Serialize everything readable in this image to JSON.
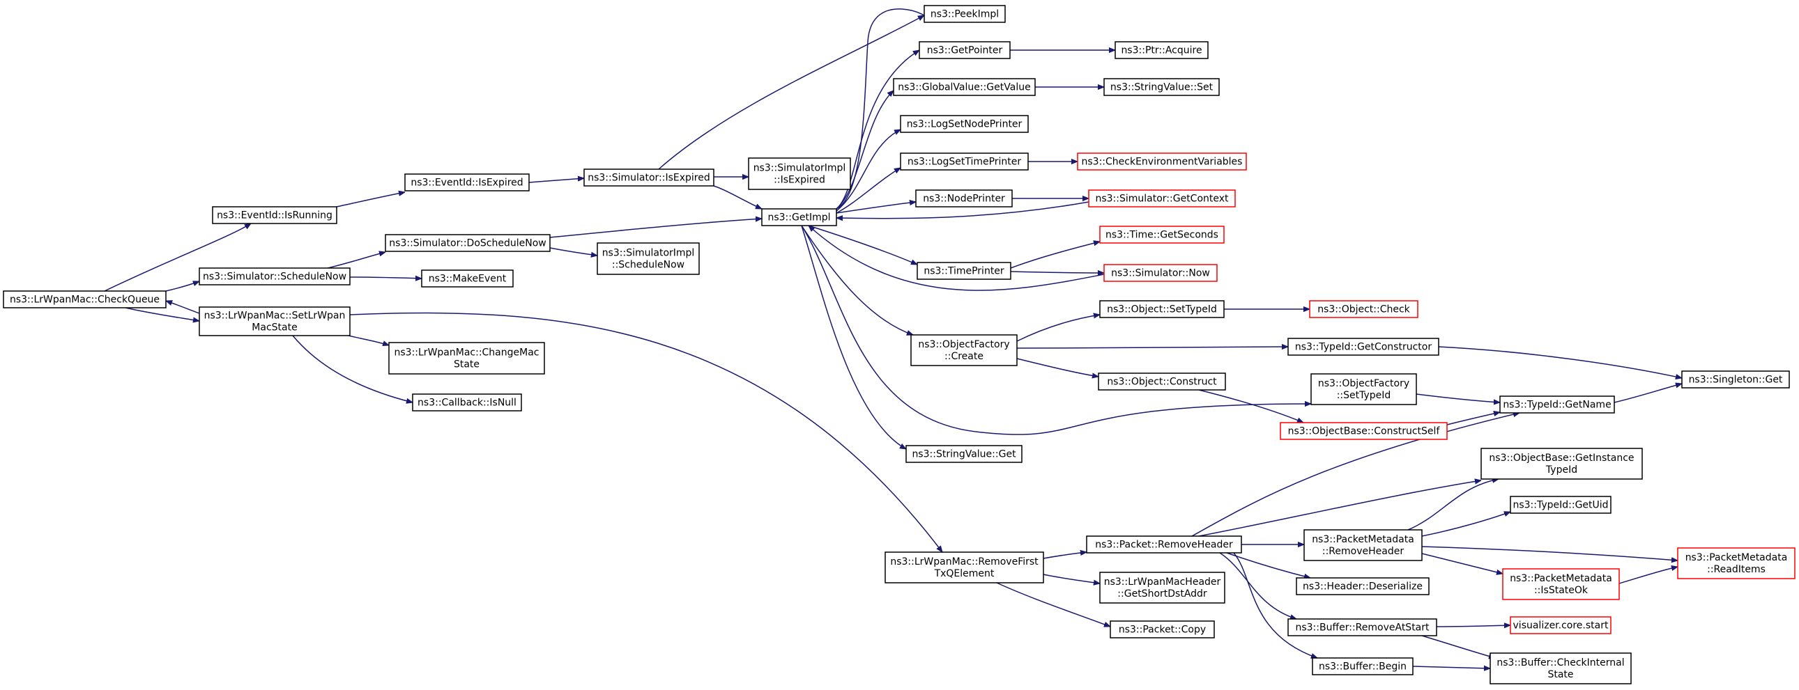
{
  "colors": {
    "edge": "#191970",
    "border_black": "#000000",
    "border_red": "#ff0000",
    "root_fill": "#bfbfbf"
  },
  "nodes": [
    {
      "id": "checkqueue",
      "lines": [
        "ns3::LrWpanMac::CheckQueue"
      ],
      "style": "root"
    },
    {
      "id": "isrunning",
      "lines": [
        "ns3::EventId::IsRunning"
      ],
      "style": "black"
    },
    {
      "id": "eventisexpired",
      "lines": [
        "ns3::EventId::IsExpired"
      ],
      "style": "black"
    },
    {
      "id": "simisexpired",
      "lines": [
        "ns3::Simulator::IsExpired"
      ],
      "style": "black"
    },
    {
      "id": "simimplisexpired",
      "lines": [
        "ns3::SimulatorImpl",
        "::IsExpired"
      ],
      "style": "black"
    },
    {
      "id": "peekimpl",
      "lines": [
        "ns3::PeekImpl"
      ],
      "style": "black"
    },
    {
      "id": "getpointer",
      "lines": [
        "ns3::GetPointer"
      ],
      "style": "black"
    },
    {
      "id": "ptracquire",
      "lines": [
        "ns3::Ptr::Acquire"
      ],
      "style": "black"
    },
    {
      "id": "globalgetvalue",
      "lines": [
        "ns3::GlobalValue::GetValue"
      ],
      "style": "black"
    },
    {
      "id": "stringset",
      "lines": [
        "ns3::StringValue::Set"
      ],
      "style": "black"
    },
    {
      "id": "lognodeprinter",
      "lines": [
        "ns3::LogSetNodePrinter"
      ],
      "style": "black"
    },
    {
      "id": "logtimeprinter",
      "lines": [
        "ns3::LogSetTimePrinter"
      ],
      "style": "black"
    },
    {
      "id": "checkenv",
      "lines": [
        "ns3::CheckEnvironmentVariables"
      ],
      "style": "red"
    },
    {
      "id": "nodeprinter",
      "lines": [
        "ns3::NodePrinter"
      ],
      "style": "black"
    },
    {
      "id": "simgetcontext",
      "lines": [
        "ns3::Simulator::GetContext"
      ],
      "style": "red"
    },
    {
      "id": "getimpl",
      "lines": [
        "ns3::GetImpl"
      ],
      "style": "black"
    },
    {
      "id": "scheduleNow",
      "lines": [
        "ns3::Simulator::ScheduleNow"
      ],
      "style": "black"
    },
    {
      "id": "doschedulenow",
      "lines": [
        "ns3::Simulator::DoScheduleNow"
      ],
      "style": "black"
    },
    {
      "id": "simimplschedulenow",
      "lines": [
        "ns3::SimulatorImpl",
        "::ScheduleNow"
      ],
      "style": "black"
    },
    {
      "id": "makeevent",
      "lines": [
        "ns3::MakeEvent"
      ],
      "style": "black"
    },
    {
      "id": "timegetseconds",
      "lines": [
        "ns3::Time::GetSeconds"
      ],
      "style": "red"
    },
    {
      "id": "timeprinter",
      "lines": [
        "ns3::TimePrinter"
      ],
      "style": "black"
    },
    {
      "id": "simnow",
      "lines": [
        "ns3::Simulator::Now"
      ],
      "style": "red"
    },
    {
      "id": "setlrwpanmacstate",
      "lines": [
        "ns3::LrWpanMac::SetLrWpan",
        "MacState"
      ],
      "style": "black"
    },
    {
      "id": "changemacstate",
      "lines": [
        "ns3::LrWpanMac::ChangeMac",
        "State"
      ],
      "style": "black"
    },
    {
      "id": "callbackisnull",
      "lines": [
        "ns3::Callback::IsNull"
      ],
      "style": "black"
    },
    {
      "id": "objectsettypeid",
      "lines": [
        "ns3::Object::SetTypeId"
      ],
      "style": "black"
    },
    {
      "id": "objectcheck",
      "lines": [
        "ns3::Object::Check"
      ],
      "style": "red"
    },
    {
      "id": "objectfactorycreate",
      "lines": [
        "ns3::ObjectFactory",
        "::Create"
      ],
      "style": "black"
    },
    {
      "id": "typeidgetconstructor",
      "lines": [
        "ns3::TypeId::GetConstructor"
      ],
      "style": "black"
    },
    {
      "id": "singletonget",
      "lines": [
        "ns3::Singleton::Get"
      ],
      "style": "black"
    },
    {
      "id": "objectconstruct",
      "lines": [
        "ns3::Object::Construct"
      ],
      "style": "black"
    },
    {
      "id": "objectfactorysettypeid",
      "lines": [
        "ns3::ObjectFactory",
        "::SetTypeId"
      ],
      "style": "black"
    },
    {
      "id": "typeidgetname",
      "lines": [
        "ns3::TypeId::GetName"
      ],
      "style": "black"
    },
    {
      "id": "constructself",
      "lines": [
        "ns3::ObjectBase::ConstructSelf"
      ],
      "style": "red"
    },
    {
      "id": "stringvalueget",
      "lines": [
        "ns3::StringValue::Get"
      ],
      "style": "black"
    },
    {
      "id": "getinstancetypeid",
      "lines": [
        "ns3::ObjectBase::GetInstance",
        "TypeId"
      ],
      "style": "black"
    },
    {
      "id": "typeidgetuid",
      "lines": [
        "ns3::TypeId::GetUid"
      ],
      "style": "black"
    },
    {
      "id": "packetremoveheader",
      "lines": [
        "ns3::Packet::RemoveHeader"
      ],
      "style": "black"
    },
    {
      "id": "metadataremoveheader",
      "lines": [
        "ns3::PacketMetadata",
        "::RemoveHeader"
      ],
      "style": "black"
    },
    {
      "id": "metadatareaditems",
      "lines": [
        "ns3::PacketMetadata",
        "::ReadItems"
      ],
      "style": "red"
    },
    {
      "id": "removefirsttx",
      "lines": [
        "ns3::LrWpanMac::RemoveFirst",
        "TxQElement"
      ],
      "style": "black"
    },
    {
      "id": "getshortdstaddr",
      "lines": [
        "ns3::LrWpanMacHeader",
        "::GetShortDstAddr"
      ],
      "style": "black"
    },
    {
      "id": "headerdeserialize",
      "lines": [
        "ns3::Header::Deserialize"
      ],
      "style": "black"
    },
    {
      "id": "metadataisstateok",
      "lines": [
        "ns3::PacketMetadata",
        "::IsStateOk"
      ],
      "style": "red"
    },
    {
      "id": "packetcopy",
      "lines": [
        "ns3::Packet::Copy"
      ],
      "style": "black"
    },
    {
      "id": "bufferremoveatstart",
      "lines": [
        "ns3::Buffer::RemoveAtStart"
      ],
      "style": "black"
    },
    {
      "id": "visualizerstart",
      "lines": [
        "visualizer.core.start"
      ],
      "style": "red"
    },
    {
      "id": "bufferbegin",
      "lines": [
        "ns3::Buffer::Begin"
      ],
      "style": "black"
    },
    {
      "id": "buffercheckinternal",
      "lines": [
        "ns3::Buffer::CheckInternal",
        "State"
      ],
      "style": "black"
    }
  ],
  "edges": [
    [
      "checkqueue",
      "isrunning"
    ],
    [
      "checkqueue",
      "scheduleNow"
    ],
    [
      "checkqueue",
      "setlrwpanmacstate"
    ],
    [
      "isrunning",
      "eventisexpired"
    ],
    [
      "eventisexpired",
      "simisexpired"
    ],
    [
      "simisexpired",
      "simimplisexpired"
    ],
    [
      "simisexpired",
      "peekimpl"
    ],
    [
      "simisexpired",
      "getimpl"
    ],
    [
      "scheduleNow",
      "doschedulenow"
    ],
    [
      "scheduleNow",
      "makeevent"
    ],
    [
      "doschedulenow",
      "getimpl"
    ],
    [
      "doschedulenow",
      "simimplschedulenow"
    ],
    [
      "getimpl",
      "peekimpl"
    ],
    [
      "getimpl",
      "getpointer"
    ],
    [
      "getimpl",
      "globalgetvalue"
    ],
    [
      "getimpl",
      "lognodeprinter"
    ],
    [
      "getimpl",
      "logtimeprinter"
    ],
    [
      "getimpl",
      "nodeprinter"
    ],
    [
      "getimpl",
      "timeprinter"
    ],
    [
      "getimpl",
      "objectfactorycreate"
    ],
    [
      "getimpl",
      "objectfactorysettypeid"
    ],
    [
      "getimpl",
      "stringvalueget"
    ],
    [
      "getpointer",
      "ptracquire"
    ],
    [
      "globalgetvalue",
      "stringset"
    ],
    [
      "logtimeprinter",
      "checkenv"
    ],
    [
      "nodeprinter",
      "simgetcontext"
    ],
    [
      "simgetcontext",
      "getimpl"
    ],
    [
      "timeprinter",
      "timegetseconds"
    ],
    [
      "timeprinter",
      "simnow"
    ],
    [
      "simnow",
      "getimpl"
    ],
    [
      "setlrwpanmacstate",
      "checkqueue"
    ],
    [
      "setlrwpanmacstate",
      "changemacstate"
    ],
    [
      "setlrwpanmacstate",
      "callbackisnull"
    ],
    [
      "setlrwpanmacstate",
      "removefirsttx"
    ],
    [
      "objectfactorycreate",
      "objectsettypeid"
    ],
    [
      "objectfactorycreate",
      "typeidgetconstructor"
    ],
    [
      "objectfactorycreate",
      "objectconstruct"
    ],
    [
      "objectsettypeid",
      "objectcheck"
    ],
    [
      "typeidgetconstructor",
      "singletonget"
    ],
    [
      "objectconstruct",
      "constructself"
    ],
    [
      "objectfactorysettypeid",
      "typeidgetname"
    ],
    [
      "constructself",
      "typeidgetname"
    ],
    [
      "typeidgetname",
      "singletonget"
    ],
    [
      "removefirsttx",
      "packetremoveheader"
    ],
    [
      "removefirsttx",
      "getshortdstaddr"
    ],
    [
      "removefirsttx",
      "packetcopy"
    ],
    [
      "packetremoveheader",
      "typeidgetname"
    ],
    [
      "packetremoveheader",
      "getinstancetypeid"
    ],
    [
      "packetremoveheader",
      "metadataremoveheader"
    ],
    [
      "packetremoveheader",
      "headerdeserialize"
    ],
    [
      "packetremoveheader",
      "bufferremoveatstart"
    ],
    [
      "packetremoveheader",
      "bufferbegin"
    ],
    [
      "metadataremoveheader",
      "getinstancetypeid"
    ],
    [
      "metadataremoveheader",
      "typeidgetuid"
    ],
    [
      "metadataremoveheader",
      "metadatareaditems"
    ],
    [
      "metadataremoveheader",
      "metadataisstateok"
    ],
    [
      "metadataisstateok",
      "metadatareaditems"
    ],
    [
      "bufferremoveatstart",
      "visualizerstart"
    ],
    [
      "bufferremoveatstart",
      "buffercheckinternal"
    ],
    [
      "bufferbegin",
      "buffercheckinternal"
    ]
  ]
}
